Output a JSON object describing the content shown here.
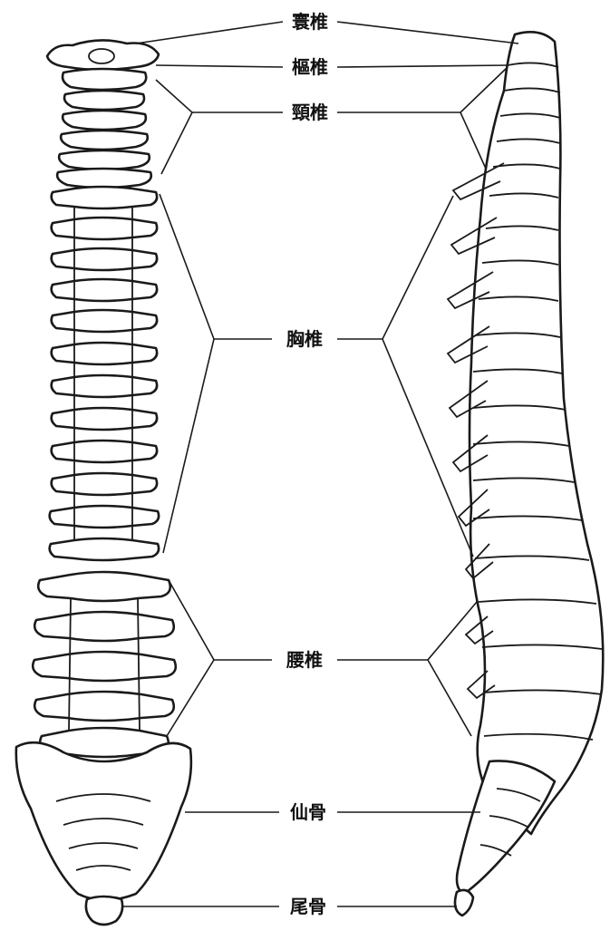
{
  "labels": {
    "atlas": "寰椎",
    "axis": "樞椎",
    "cervical": "頸椎",
    "thoracic": "胸椎",
    "lumbar": "腰椎",
    "sacrum": "仙骨",
    "coccyx": "尾骨"
  },
  "colors": {
    "ink": "#1a1a1a",
    "background": "#ffffff"
  }
}
